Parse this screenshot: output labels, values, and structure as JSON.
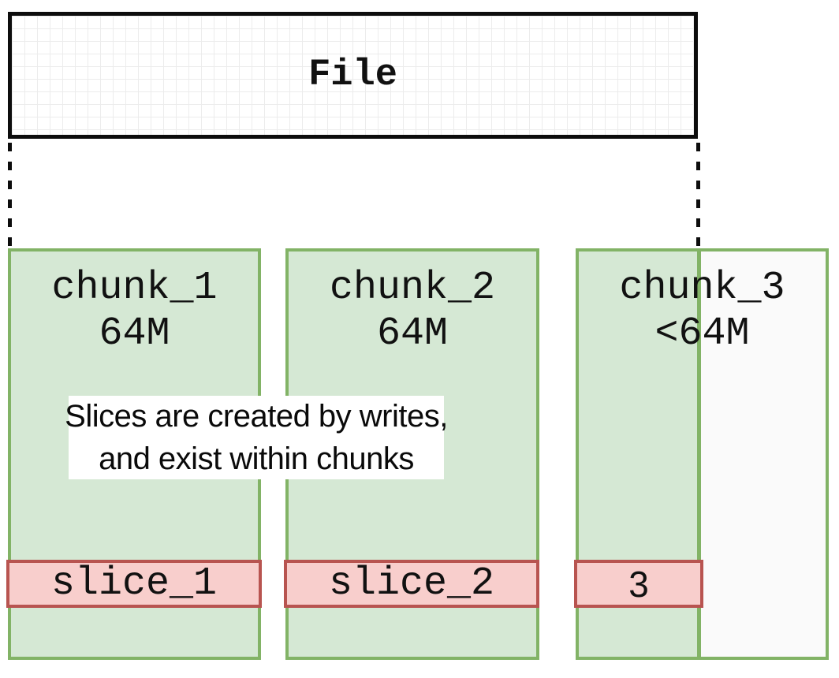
{
  "file": {
    "label": "File"
  },
  "annotation": {
    "line1": "Slices are created by writes,",
    "line2": "and exist within chunks"
  },
  "chunks": [
    {
      "name": "chunk_1",
      "size": "64M",
      "slice_label": "slice_1"
    },
    {
      "name": "chunk_2",
      "size": "64M",
      "slice_label": "slice_2"
    },
    {
      "name": "chunk_3",
      "size": "<64M",
      "slice_label": "3"
    }
  ],
  "colors": {
    "green_border": "#82b366",
    "green_fill": "#d5e8d4",
    "red_border": "#b85450",
    "red_fill": "#f8cecc",
    "outline": "#0d0d0d",
    "grid_line": "#ececec",
    "chunk3_empty_fill": "#fafafa"
  }
}
